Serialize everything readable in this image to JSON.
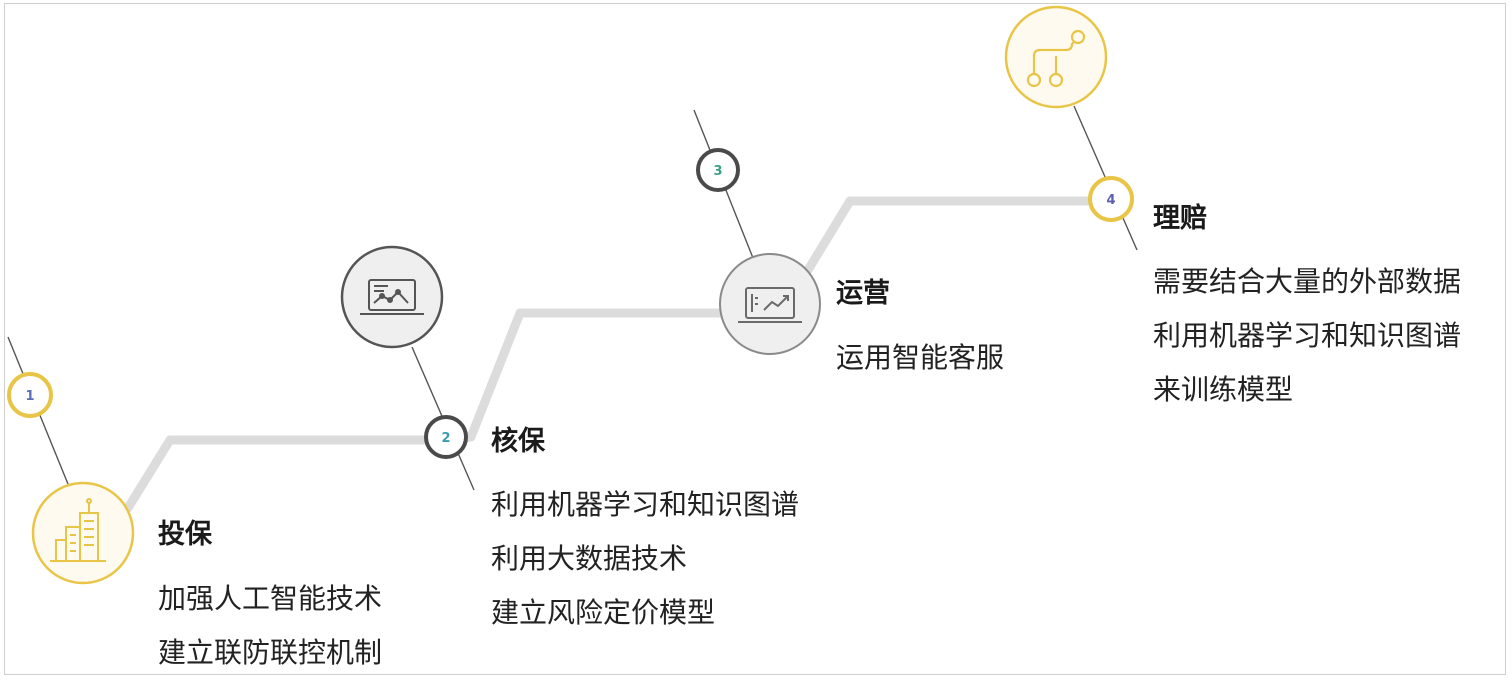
{
  "stages": [
    {
      "number": "1",
      "title": "投保",
      "items": [
        "加强人工智能技术",
        "建立联防联控机制"
      ],
      "icon": "buildings-icon",
      "number_color": "#5a6eb5"
    },
    {
      "number": "2",
      "title": "核保",
      "items": [
        "利用机器学习和知识图谱",
        "利用大数据技术",
        "建立风险定价模型"
      ],
      "icon": "laptop-chart-icon",
      "number_color": "#3a9bb0"
    },
    {
      "number": "3",
      "title": "运营",
      "items": [
        "运用智能客服"
      ],
      "icon": "laptop-trend-icon",
      "number_color": "#3a9f86"
    },
    {
      "number": "4",
      "title": "理赔",
      "items": [
        "需要结合大量的外部数据",
        "利用机器学习和知识图谱",
        "来训练模型"
      ],
      "icon": "flow-branch-icon",
      "number_color": "#5a5fb0"
    }
  ],
  "colors": {
    "gold": "#e9c547",
    "gold_fill": "#fffaf0",
    "dark_ring": "#5a5a5a",
    "gray_fill": "#efefef",
    "path": "#dcdcdc",
    "connector": "#555555"
  }
}
